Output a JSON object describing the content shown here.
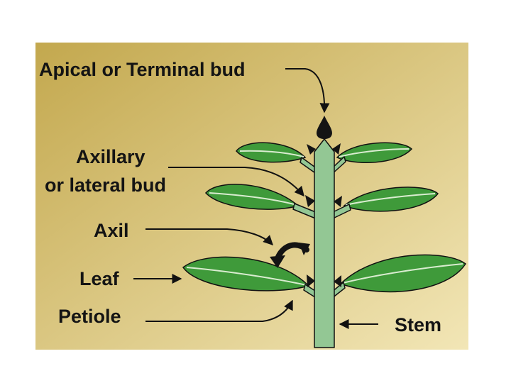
{
  "labels": {
    "apical_bud": "Apical or Terminal bud",
    "axillary_line1": "Axillary",
    "axillary_line2": "or lateral bud",
    "axil": "Axil",
    "leaf": "Leaf",
    "petiole": "Petiole",
    "stem": "Stem"
  },
  "colors": {
    "background_gradient": [
      "#c3a84e",
      "#f2e6b6"
    ],
    "leaf_fill": "#3f9a3a",
    "leaf_vein": "#d9ecd0",
    "stem_fill": "#93c794",
    "outline": "#111111",
    "bud_fill": "#141414"
  }
}
